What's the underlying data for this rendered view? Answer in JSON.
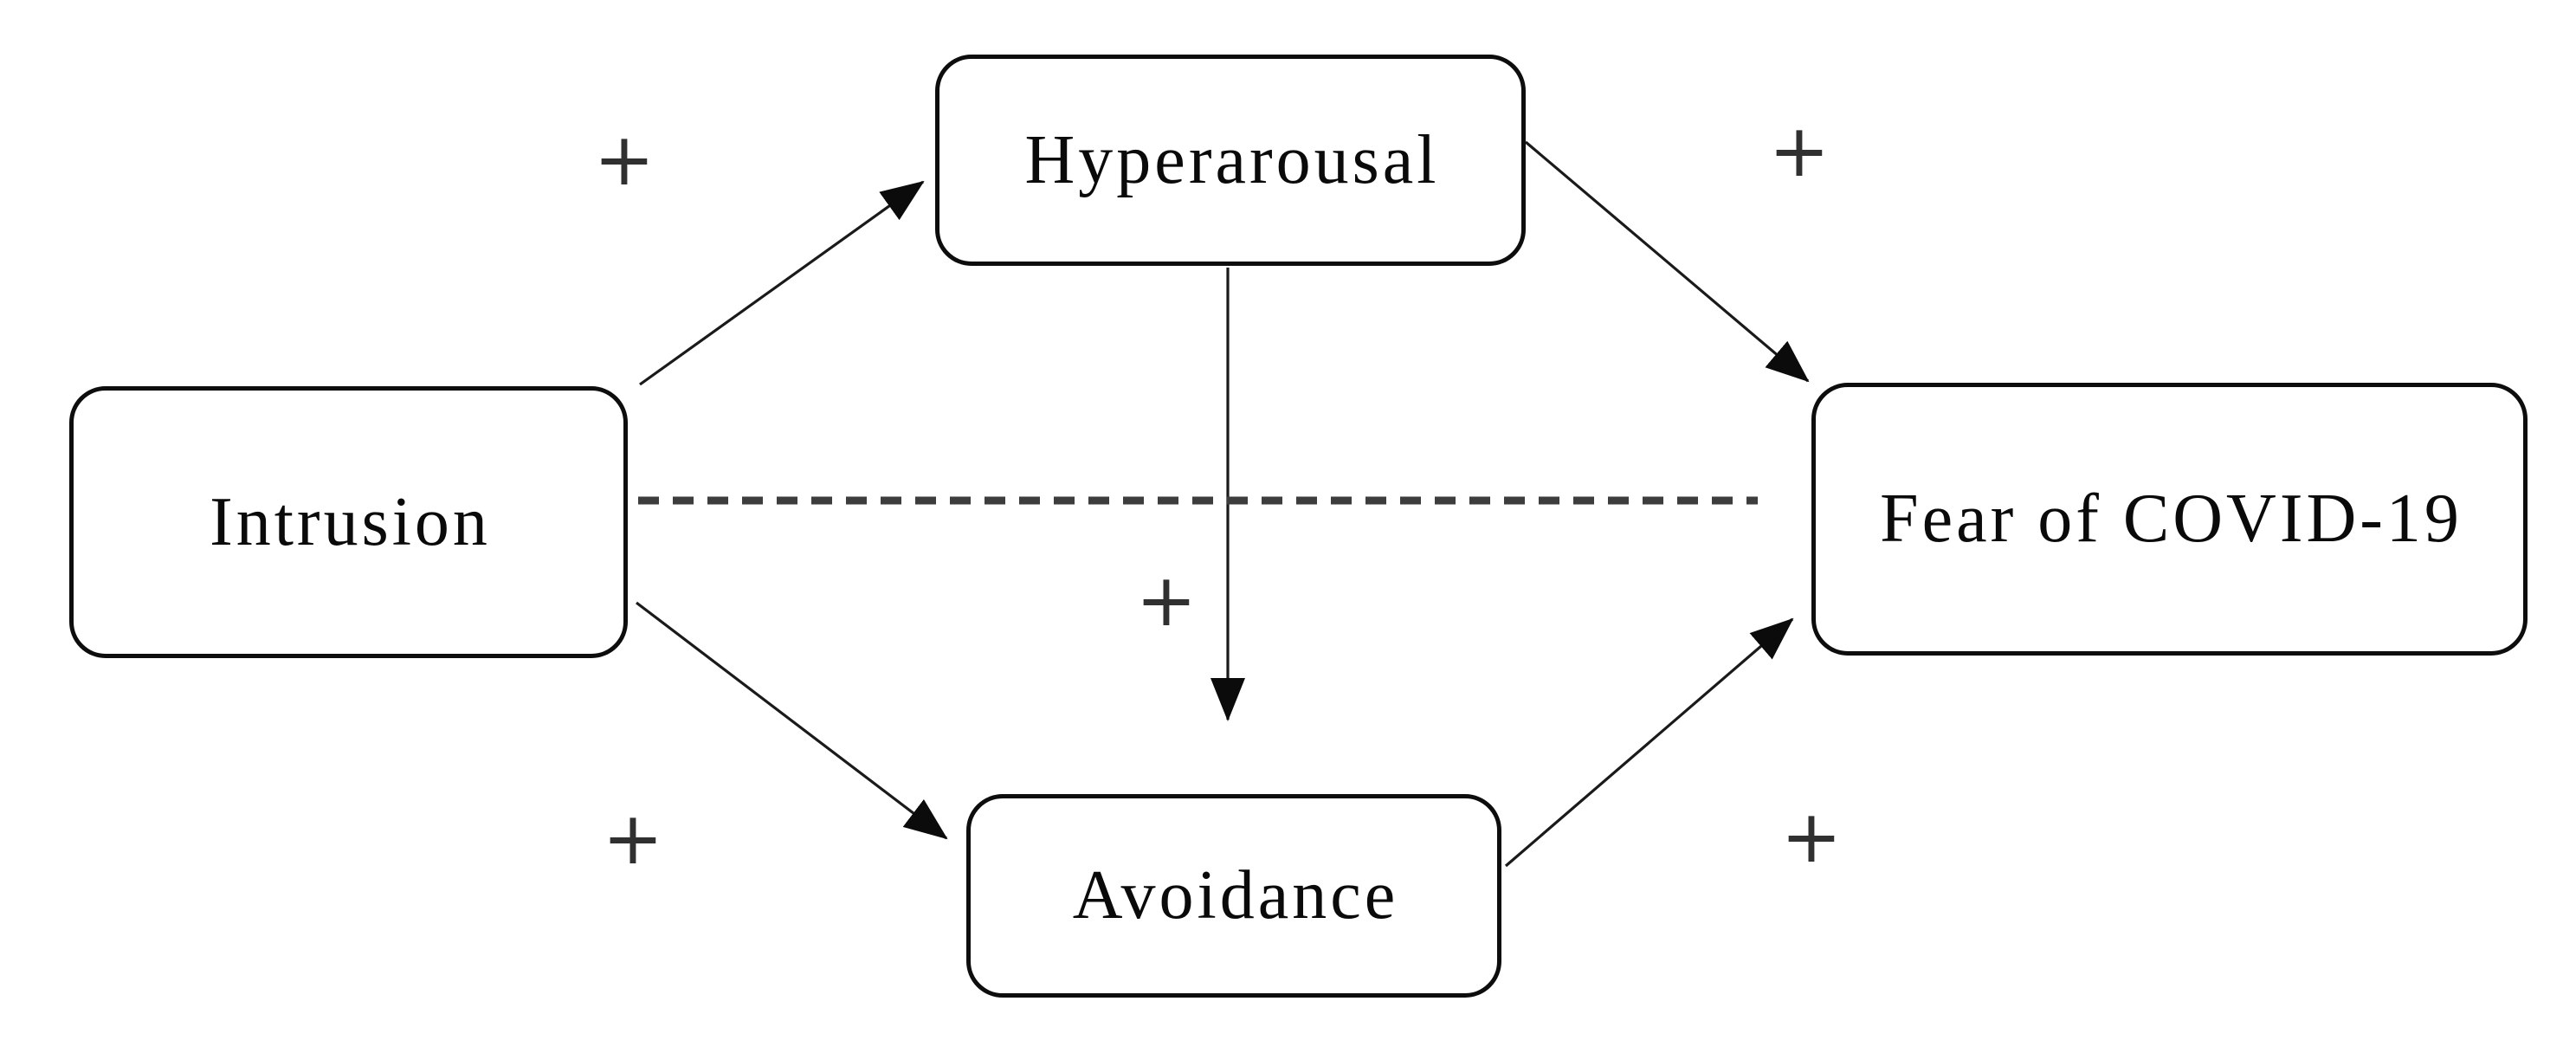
{
  "diagram": {
    "background": "#ffffff",
    "colors": {
      "solid_line": "#1a1a1a",
      "dashed_line": "#3d3d3d",
      "box_border": "#0d0d0d",
      "box_fill": "#ffffff",
      "label_text": "#0a0a0a",
      "sign_text": "#303030"
    },
    "nodes": {
      "intrusion": {
        "label": "Intrusion"
      },
      "hyperarousal": {
        "label": "Hyperarousal"
      },
      "avoidance": {
        "label": "Avoidance"
      },
      "fear_of_covid19": {
        "label": "Fear of COVID-19"
      }
    },
    "edges": [
      {
        "from": "Intrusion",
        "to": "Hyperarousal",
        "sign": "+",
        "line": "solid",
        "arrowhead": true
      },
      {
        "from": "Hyperarousal",
        "to": "Fear of COVID-19",
        "sign": "+",
        "line": "solid",
        "arrowhead": true
      },
      {
        "from": "Intrusion",
        "to": "Avoidance",
        "sign": "+",
        "line": "solid",
        "arrowhead": true
      },
      {
        "from": "Avoidance",
        "to": "Fear of COVID-19",
        "sign": "+",
        "line": "solid",
        "arrowhead": true
      },
      {
        "from": "Hyperarousal",
        "to": "Avoidance",
        "sign": "+",
        "line": "solid",
        "arrowhead": true
      },
      {
        "from": "Intrusion",
        "to": "Fear of COVID-19",
        "sign": "",
        "line": "dashed",
        "arrowhead": false
      }
    ]
  }
}
